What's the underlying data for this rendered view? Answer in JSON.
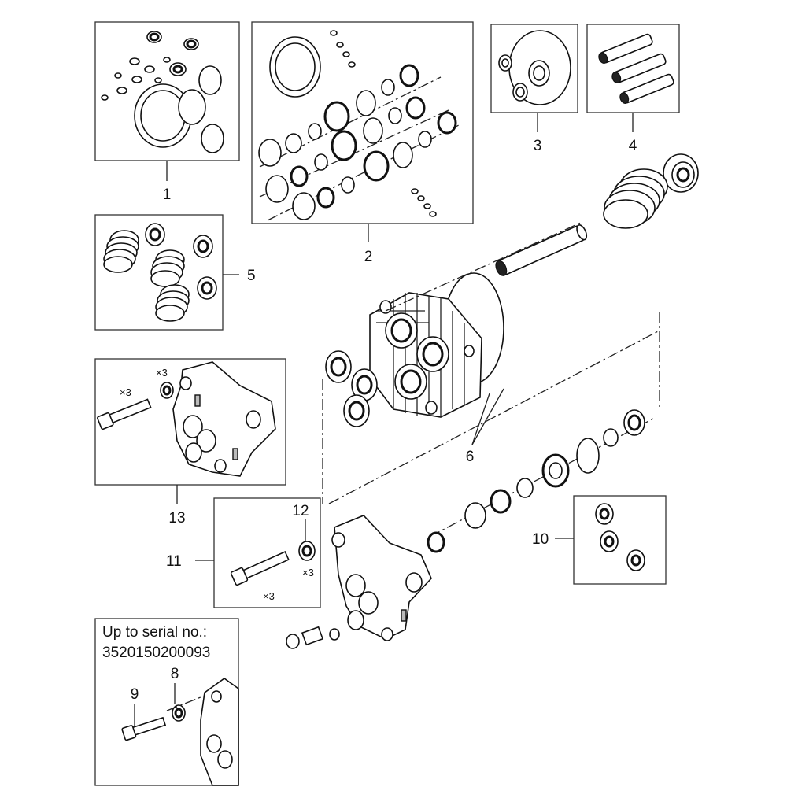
{
  "callouts": {
    "c1": "1",
    "c2": "2",
    "c3": "3",
    "c4": "4",
    "c5": "5",
    "c6": "6",
    "c8": "8",
    "c9": "9",
    "c10": "10",
    "c11": "11",
    "c12": "12",
    "c13": "13"
  },
  "quantity_notes": {
    "box13_washer": "×3",
    "box13_screw": "×3",
    "box11_washer": "×3",
    "box11_screw": "×3"
  },
  "serial_note": {
    "line1": "Up to serial no.:",
    "line2": "3520150200093"
  },
  "colors": {
    "line": "#222222",
    "background": "#ffffff"
  }
}
